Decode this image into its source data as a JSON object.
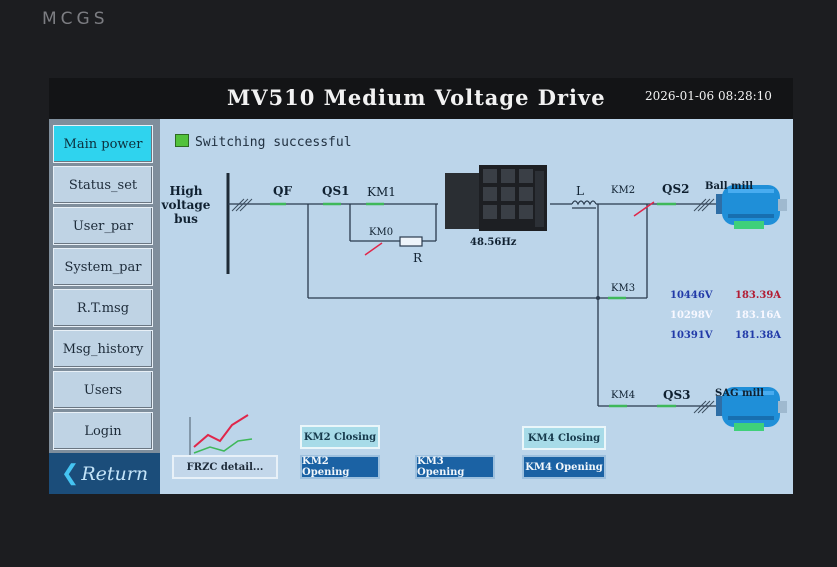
{
  "bezel": {
    "brand": "MCGS"
  },
  "header": {
    "title": "MV510 Medium Voltage Drive",
    "datetime": "2026-01-06 08:28:10"
  },
  "sidebar": {
    "items": [
      {
        "label": "Main power",
        "active": true
      },
      {
        "label": "Status_set"
      },
      {
        "label": "User_par"
      },
      {
        "label": "System_par"
      },
      {
        "label": "R.T.msg"
      },
      {
        "label": "Msg_history"
      },
      {
        "label": "Users"
      },
      {
        "label": "Login"
      }
    ],
    "return_label": "Return"
  },
  "status": {
    "text": "Switching successful",
    "led_color": "#52c23b"
  },
  "diagram": {
    "bus_label_lines": [
      "High",
      "voltage",
      "bus"
    ],
    "qf": "QF",
    "qs1": "QS1",
    "km1": "KM1",
    "km0": "KM0",
    "r": "R",
    "inverter_freq": "48.56Hz",
    "l": "L",
    "km2": "KM2",
    "qs2": "QS2",
    "motor1_name": "Ball mill",
    "km3": "KM3",
    "km4": "KM4",
    "qs3": "QS3",
    "motor2_name": "SAG mill"
  },
  "measurements": [
    {
      "voltage": "10446V",
      "current": "183.39A"
    },
    {
      "voltage": "10298V",
      "current": "183.16A"
    },
    {
      "voltage": "10391V",
      "current": "181.38A"
    }
  ],
  "buttons": {
    "frzc_detail": "FRZC detail...",
    "km2_closing": "KM2 Closing",
    "km2_opening": "KM2 Opening",
    "km3_opening": "KM3 Opening",
    "km4_closing": "KM4 Closing",
    "km4_opening": "KM4 Opening"
  },
  "colors": {
    "screen_bg": "#bcd5ea",
    "active_nav": "#2fd3ee",
    "motor": "#1f8fd8",
    "open_button": "#1b62a4"
  }
}
